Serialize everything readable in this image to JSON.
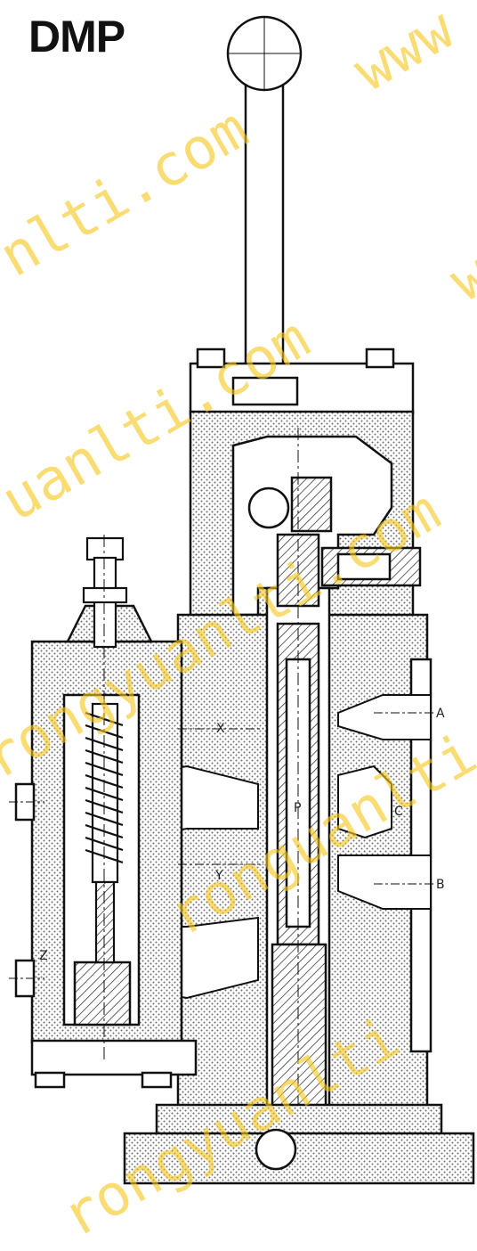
{
  "title": "DMP",
  "ports": {
    "a": "A",
    "b": "B",
    "c": "C",
    "p": "P",
    "x": "X",
    "y": "Y",
    "z": "Z"
  },
  "watermark": [
    "www",
    "nlti.com",
    "ww",
    "uanlti.com",
    "rongyuanlti.com",
    "ronguanlti.c",
    "rongyuanlti"
  ],
  "colors": {
    "ink": "#111111",
    "stipple": "#777777",
    "watermark": "#f5c81e"
  }
}
